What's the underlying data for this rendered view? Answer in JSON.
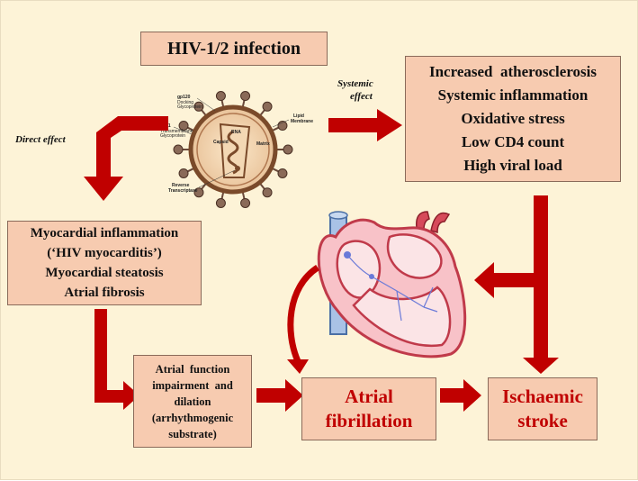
{
  "title": "HIV-1/2 infection",
  "labels": {
    "direct": "Direct effect",
    "systemic_line1": "Systemic",
    "systemic_line2": "effect"
  },
  "systemic_effects": [
    "Increased  atherosclerosis",
    "Systemic inflammation",
    "Oxidative stress",
    "Low CD4 count",
    "High viral load"
  ],
  "myocardial_effects": [
    "Myocardial inflammation",
    "(‘HIV myocarditis’)",
    "Myocardial steatosis",
    "Atrial fibrosis"
  ],
  "atrial_function": [
    "Atrial  function",
    "impairment  and",
    "dilation",
    "(arrhythmogenic",
    "substrate)"
  ],
  "atrial_fibrillation": [
    "Atrial",
    "fibrillation"
  ],
  "ischaemic_stroke": [
    "Ischaemic",
    "stroke"
  ],
  "virus_labels": {
    "gp120": "gp120",
    "gp120_sub1": "Docking",
    "gp120_sub2": "Glycoprotein",
    "gp41": "gp41",
    "gp41_sub1": "Transmembrane",
    "gp41_sub2": "Glycoprotein",
    "lipid1": "Lipid",
    "lipid2": "Membrane",
    "rna": "RNA",
    "capsid": "Capsid",
    "matrix": "Matrix",
    "rt1": "Reverse",
    "rt2": "Transcriptase"
  },
  "colors": {
    "background": "#fdf3d7",
    "box_fill": "#f7cbb0",
    "arrow": "#c00000",
    "highlight_text": "#c00000"
  }
}
